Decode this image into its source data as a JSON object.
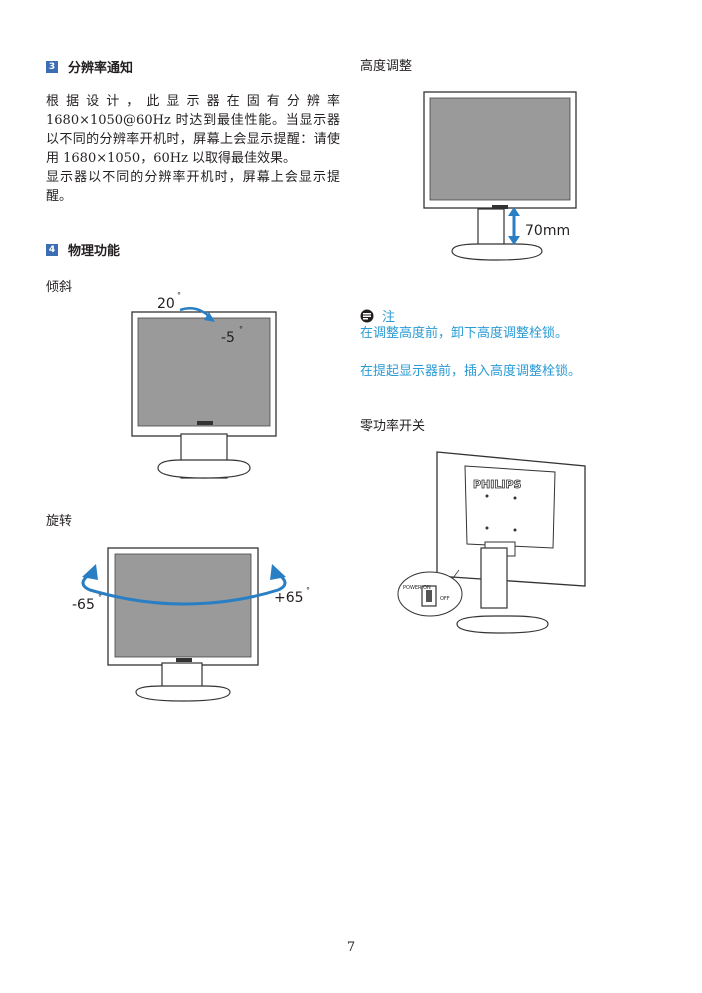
{
  "sections": {
    "resolution": {
      "number": "3",
      "title": "分辨率通知",
      "para1_line1": "根据设计，此显示器在固有分辨率",
      "para1_rest": "1680×1050@60Hz 时达到最佳性能。当显示器以不同的分辨率开机时，屏幕上会显示提醒：请使用 1680×1050，60Hz 以取得最佳效果。",
      "para2": "显示器以不同的分辨率开机时，屏幕上会显示提醒。"
    },
    "physical": {
      "number": "4",
      "title": "物理功能"
    }
  },
  "tilt": {
    "label": "倾斜",
    "angle_up": "20",
    "angle_down": "-5"
  },
  "swivel": {
    "label": "旋转",
    "angle_left": "-65",
    "angle_right": "+65"
  },
  "height": {
    "label": "高度调整",
    "value": "70mm"
  },
  "note": {
    "title": "注",
    "line1": "在调整高度前，卸下高度调整栓锁。",
    "line2": "在提起显示器前，插入高度调整栓锁。"
  },
  "power_switch": {
    "label": "零功率开关",
    "brand": "PHILIPS",
    "switch_on": "POWER ON",
    "switch_off": "OFF"
  },
  "monitor_brand": "PHILIPS",
  "page_number": "7",
  "colors": {
    "accent": "#3d6db3",
    "note": "#2a9bd5",
    "arrow": "#2a7fc4"
  }
}
